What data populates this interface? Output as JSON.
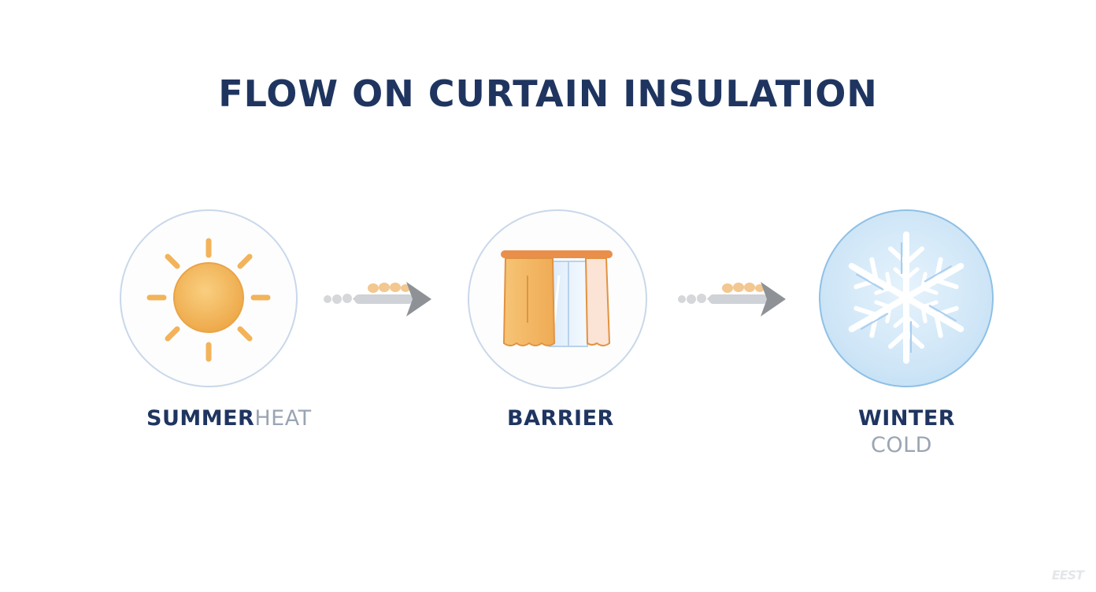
{
  "title": "FLOW ON CURTAIN INSULATION",
  "steps": [
    {
      "label_main": "SUMMER",
      "label_secondary": "HEAT",
      "icon": "sun-icon"
    },
    {
      "label_main": "BARRIER",
      "icon": "curtain-icon"
    },
    {
      "label_main": "WINTER",
      "label_secondary": "COLD",
      "icon": "snowflake-icon"
    }
  ],
  "connectors": [
    "arrow-icon",
    "arrow-icon"
  ],
  "colors": {
    "title": "#1f3560",
    "muted_text": "#9aa5b3",
    "sun": "#f2b35a",
    "curtain": "#f3b55f",
    "snow_bg": "#cfe6f7"
  },
  "watermark": "EEST"
}
